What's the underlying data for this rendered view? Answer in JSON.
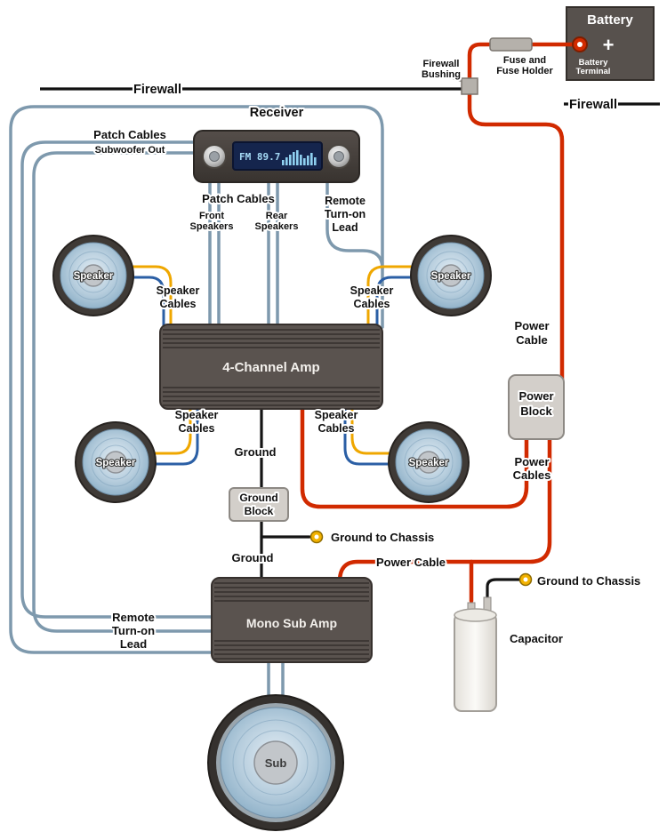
{
  "colors": {
    "power_cable_red": "#d12a00",
    "ground_wire_black": "#141414",
    "patch_cable_steel": "#7e99ad",
    "speaker_wire_yellow": "#efa700",
    "speaker_wire_blue": "#2b5fa5",
    "terminal_yellow": "#f2b200"
  },
  "battery": {
    "label": "Battery",
    "plus": "+",
    "terminal_line1": "Battery",
    "terminal_line2": "Terminal"
  },
  "fuse_holder": {
    "line1": "Fuse and",
    "line2": "Fuse Holder"
  },
  "firewall": {
    "left_label": "Firewall",
    "right_label": "Firewall"
  },
  "bushing": {
    "line1": "Firewall",
    "line2": "Bushing"
  },
  "receiver": {
    "title": "Receiver",
    "display": "FM 89.7"
  },
  "patch_left": {
    "line1": "Patch Cables",
    "line2": "Subwoofer Out"
  },
  "patch_bottom": {
    "title": "Patch Cables",
    "front_line1": "Front",
    "front_line2": "Speakers",
    "rear_line1": "Rear",
    "rear_line2": "Speakers"
  },
  "remote_top": {
    "line1": "Remote",
    "line2": "Turn-on",
    "line3": "Lead"
  },
  "remote_bottom": {
    "line1": "Remote",
    "line2": "Turn-on",
    "line3": "Lead"
  },
  "speaker_cables_label": {
    "line1": "Speaker",
    "line2": "Cables"
  },
  "speakers": {
    "front_left": "Speaker",
    "front_right": "Speaker",
    "rear_left": "Speaker",
    "rear_right": "Speaker"
  },
  "amp_4channel": {
    "label": "4-Channel Amp"
  },
  "mono_sub_amp": {
    "label": "Mono Sub Amp"
  },
  "sub": {
    "label": "Sub"
  },
  "ground": {
    "label_upper": "Ground",
    "label_lower": "Ground",
    "block_line1": "Ground",
    "block_line2": "Block",
    "chassis_mid": "Ground to Chassis",
    "chassis_right": "Ground to Chassis"
  },
  "power": {
    "cable_line1": "Power",
    "cable_line2": "Cable",
    "block_line1": "Power",
    "block_line2": "Block",
    "cables_line1": "Power",
    "cables_line2": "Cables",
    "cable_mid": "Power Cable"
  },
  "capacitor": {
    "label": "Capacitor"
  }
}
